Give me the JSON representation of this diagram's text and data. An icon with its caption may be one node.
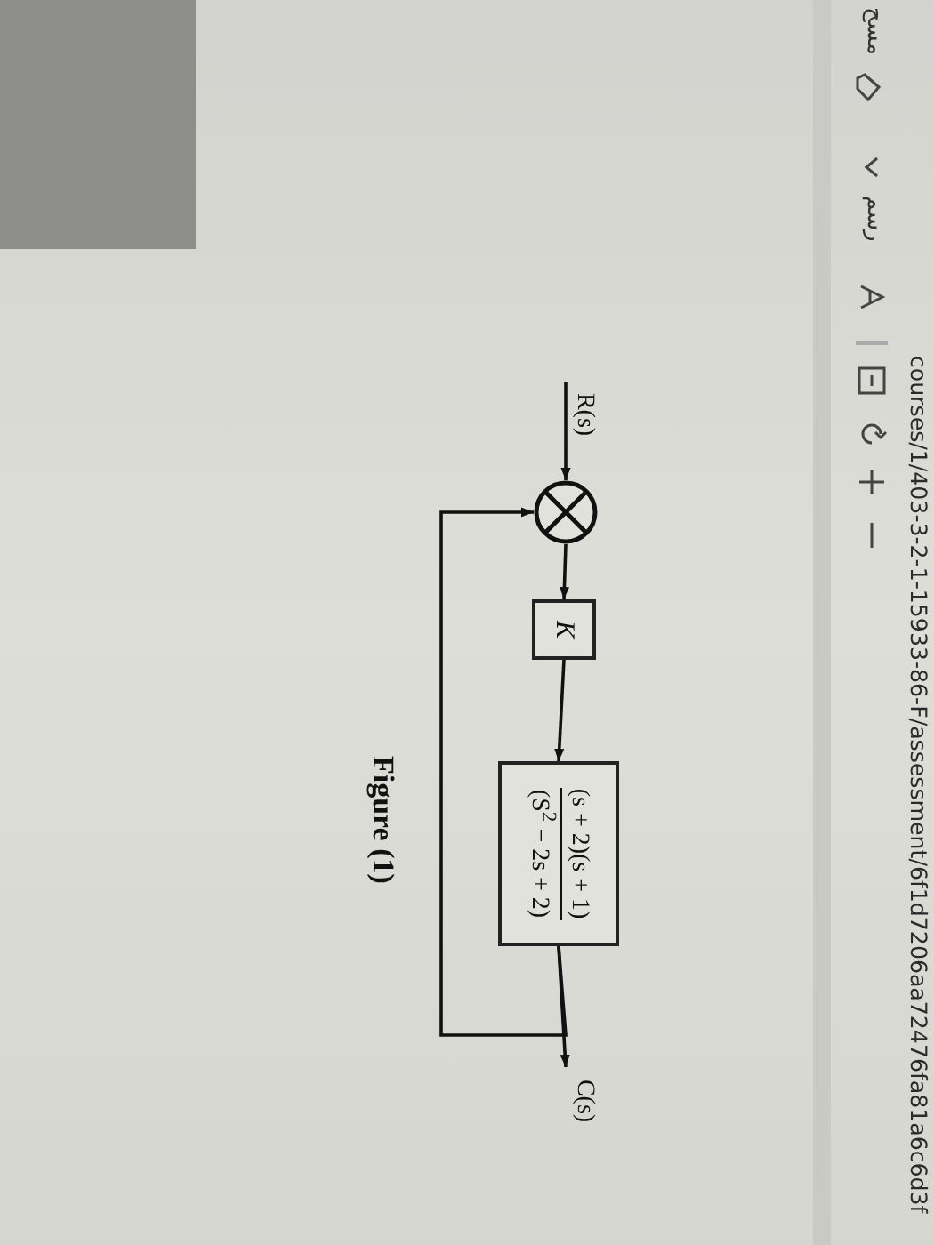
{
  "diagram": {
    "caption": "Figure (1)",
    "nodes": [
      {
        "text": [
          "R(s)"
        ]
      },
      {
        "text": [],
        "shape": "circle"
      },
      {
        "text": [
          "K"
        ]
      },
      {
        "text": [
          "(s + 2)(s + 1)",
          "(S$^{2}$ − 2s + 2)"
        ]
      },
      {
        "text": [
          "C(s)"
        ]
      }
    ],
    "edges": [
      {
        "from": 0,
        "to": 1,
        "arrow": "to"
      },
      {
        "from": 1,
        "to": 2,
        "arrow": "to"
      },
      {
        "from": 2,
        "to": 3,
        "arrow": "to"
      },
      {
        "from": 3,
        "to": 4,
        "arrow": "to"
      },
      {
        "from": 3,
        "to": 1,
        "arrow": "to"
      }
    ],
    "labels": [
      "courses/1/403-3-2-1-15933-86-F/assessment/6f1d7206aa72476fa81a6c6d3f",
      "مسح",
      "رسم"
    ]
  }
}
